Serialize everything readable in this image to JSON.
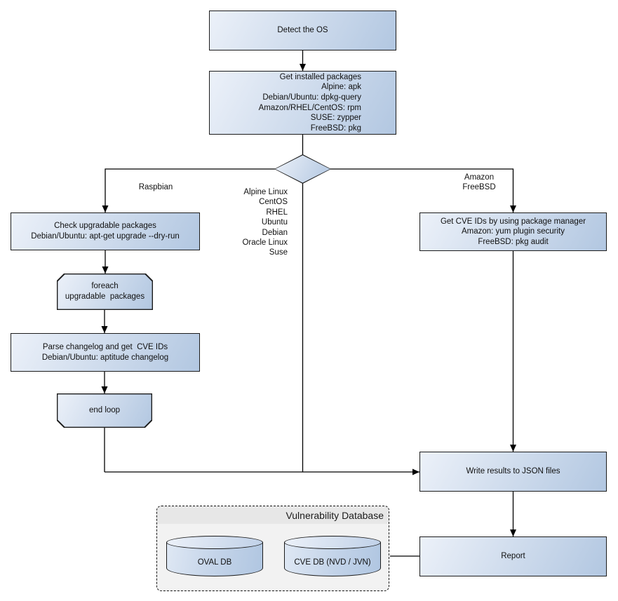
{
  "nodes": {
    "detect_os": "Detect the OS",
    "get_installed_packages": "Get installed packages\nAlpine: apk\nDebian/Ubuntu: dpkg-query\nAmazon/RHEL/CentOS: rpm\nSUSE: zypper\nFreeBSD: pkg",
    "check_upgradable": "Check upgradable packages\nDebian/Ubuntu: apt-get upgrade --dry-run",
    "foreach_loop": "foreach\nupgradable  packages",
    "parse_changelog": "Parse changelog and get  CVE IDs\nDebian/Ubuntu: aptitude changelog",
    "end_loop": "end loop",
    "get_cve_ids": "Get CVE IDs by using package manager\nAmazon: yum plugin security\nFreeBSD: pkg audit",
    "write_json": "Write results to JSON files",
    "report": "Report"
  },
  "edge_labels": {
    "raspbian": "Raspbian",
    "amazon_freebsd": "Amazon\nFreeBSD",
    "distros": "Alpine Linux\nCentOS\nRHEL\nUbuntu\nDebian\nOracle Linux\nSuse"
  },
  "cluster": {
    "title": "Vulnerability Database",
    "oval_db": "OVAL DB",
    "cve_db": "CVE DB (NVD / JVN)"
  },
  "colors": {
    "node_fill_light": "#ecf1f9",
    "node_fill_dark": "#b2c7e1",
    "node_border": "#1c1c1c",
    "edge": "#000000",
    "cluster_fill": "#f2f2f2",
    "cluster_title_fill": "#e7e7e7"
  }
}
